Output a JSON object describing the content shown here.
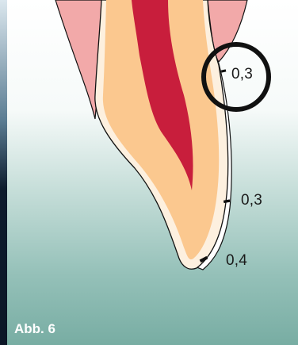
{
  "figure": {
    "caption": "Abb. 6",
    "measurements": [
      {
        "label": "0,3"
      },
      {
        "label": "0,3"
      },
      {
        "label": "0,4"
      }
    ]
  },
  "colors": {
    "background_top": "#ffffff",
    "background_bottom": "#7aaea5",
    "left_strip_top": "#dbe7ee",
    "left_strip_bottom": "#0c1a2c",
    "gingiva": "#f2a9a9",
    "dentin": "#fbc88f",
    "pulp": "#c81e3c",
    "enamel": "#fdf0df",
    "veneer": "#ffffff",
    "outline": "#111111",
    "magnifier_ring": "#111111"
  }
}
